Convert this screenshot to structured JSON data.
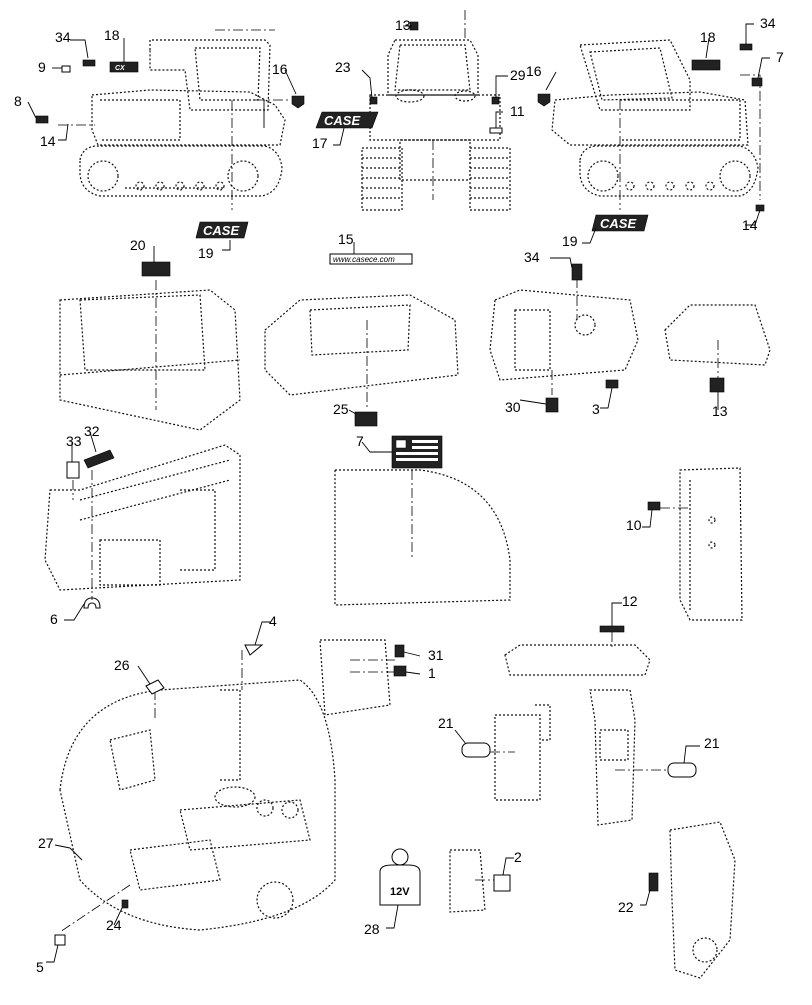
{
  "logo_text": "CASE",
  "website_text": "www.casece.com",
  "decal_12v": "12V",
  "callouts": [
    "1",
    "2",
    "3",
    "4",
    "5",
    "6",
    "7",
    "8",
    "9",
    "10",
    "11",
    "12",
    "13",
    "14",
    "15",
    "16",
    "17",
    "18",
    "19",
    "20",
    "21",
    "22",
    "23",
    "24",
    "25",
    "26",
    "27",
    "28",
    "29",
    "30",
    "31",
    "32",
    "33",
    "34"
  ]
}
